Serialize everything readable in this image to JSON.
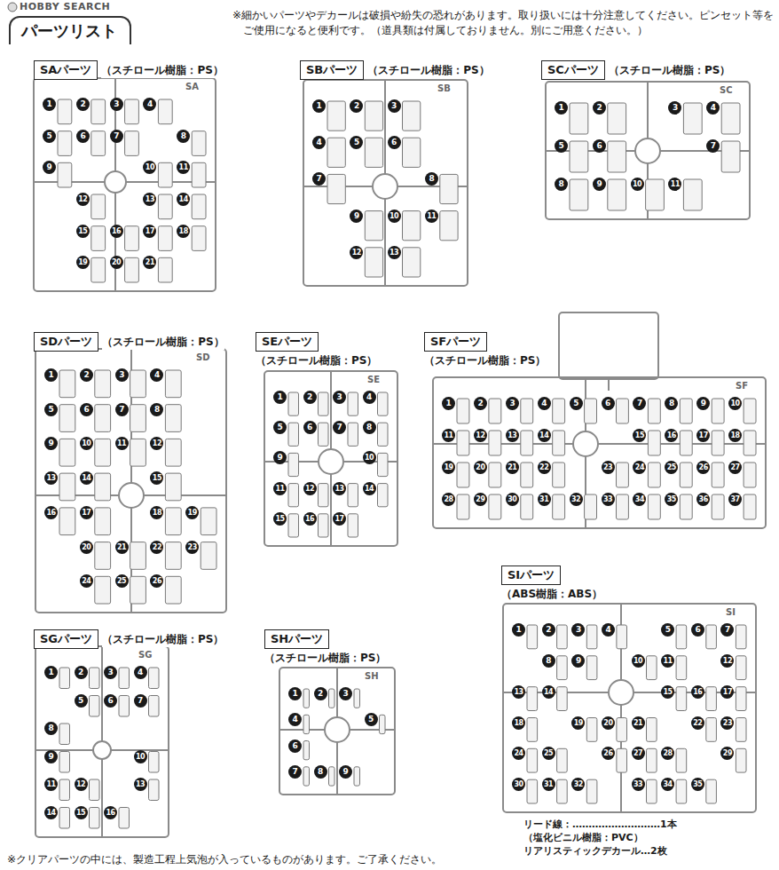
{
  "diagram": {
    "title": "パーツリスト",
    "nodes": [
      {
        "text": [
          "SAパーツ",
          "（スチロール樹脂：PS）"
        ]
      },
      {
        "text": [
          "SBパーツ",
          "（スチロール樹脂：PS）"
        ]
      },
      {
        "text": [
          "SCパーツ",
          "（スチロール樹脂：PS）"
        ]
      },
      {
        "text": [
          "SDパーツ",
          "（スチロール樹脂：PS）"
        ]
      },
      {
        "text": [
          "SEパーツ",
          "（スチロール樹脂：PS）"
        ]
      },
      {
        "text": [
          "SFパーツ",
          "（スチロール樹脂：PS）"
        ]
      },
      {
        "text": [
          "SGパーツ",
          "（スチロール樹脂：PS）"
        ]
      },
      {
        "text": [
          "SHパーツ",
          "（スチロール樹脂：PS）"
        ]
      },
      {
        "text": [
          "SIパーツ",
          "（ABS樹脂：ABS）"
        ]
      }
    ],
    "labels": [
      "HOBBY SEARCH",
      "※細かいパーツやデカールは破損や紛失の恐れがあります。取り扱いには十分注意してください。ピンセット等をご使用になると便利です。（道具類は付属しておりません。別にご用意ください。）",
      "SA",
      "1",
      "2",
      "3",
      "4",
      "5",
      "6",
      "7",
      "8",
      "9",
      "10",
      "11",
      "12",
      "13",
      "14",
      "15",
      "16",
      "17",
      "18",
      "19",
      "20",
      "21",
      "SB",
      "1",
      "2",
      "3",
      "4",
      "5",
      "6",
      "7",
      "8",
      "9",
      "10",
      "11",
      "12",
      "13",
      "SC",
      "1",
      "2",
      "3",
      "4",
      "5",
      "6",
      "7",
      "8",
      "9",
      "10",
      "11",
      "SD",
      "1",
      "2",
      "3",
      "4",
      "5",
      "6",
      "7",
      "8",
      "9",
      "10",
      "11",
      "12",
      "13",
      "14",
      "15",
      "16",
      "17",
      "18",
      "19",
      "20",
      "21",
      "22",
      "23",
      "24",
      "25",
      "26",
      "SE",
      "1",
      "2",
      "3",
      "4",
      "5",
      "6",
      "7",
      "8",
      "9",
      "10",
      "11",
      "12",
      "13",
      "14",
      "15",
      "16",
      "17",
      "SF",
      "1",
      "2",
      "3",
      "4",
      "5",
      "6",
      "7",
      "8",
      "9",
      "10",
      "11",
      "12",
      "13",
      "14",
      "15",
      "16",
      "17",
      "18",
      "19",
      "20",
      "21",
      "22",
      "23",
      "24",
      "25",
      "26",
      "27",
      "28",
      "29",
      "30",
      "31",
      "32",
      "33",
      "34",
      "35",
      "36",
      "37",
      "SG",
      "1",
      "2",
      "3",
      "4",
      "5",
      "6",
      "7",
      "8",
      "9",
      "10",
      "11",
      "12",
      "13",
      "14",
      "15",
      "16",
      "SH",
      "1",
      "2",
      "3",
      "4",
      "5",
      "6",
      "7",
      "8",
      "9",
      "SI",
      "1",
      "2",
      "3",
      "4",
      "5",
      "6",
      "7",
      "8",
      "9",
      "10",
      "11",
      "12",
      "13",
      "14",
      "15",
      "16",
      "17",
      "18",
      "19",
      "20",
      "21",
      "22",
      "23",
      "24",
      "25",
      "26",
      "27",
      "28",
      "29",
      "30",
      "31",
      "32",
      "33",
      "34",
      "35",
      "リード線：………………………1本",
      "（塩化ビニル樹脂：PVC）",
      "リアリスティックデカール…2枚",
      "※クリアパーツの中には、製造工程上気泡が入っているものがあります。ご了承ください。"
    ]
  }
}
